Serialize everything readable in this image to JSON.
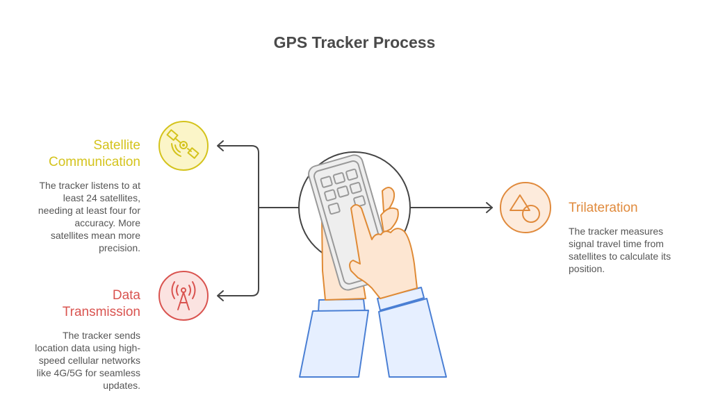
{
  "title": "GPS Tracker Process",
  "colors": {
    "satellite": "#d4c31c",
    "satellite_fill": "#fbf5c8",
    "data": "#d9534f",
    "data_fill": "#fbe3e1",
    "trilateration": "#e08a3c",
    "trilateration_fill": "#fdebdc",
    "connector": "#444444",
    "skin": "#fde6d2",
    "skin_outline": "#df8a35",
    "sleeve": "#e6efff",
    "sleeve_outline": "#4a7fd4",
    "phone": "#eeeeee",
    "phone_outline": "#999999"
  },
  "center": {
    "icon": "hand-holding-phone-icon"
  },
  "nodes": [
    {
      "id": "satellite",
      "icon": "satellite-icon",
      "title_line1": "Satellite",
      "title_line2": "Communication",
      "desc": [
        "The tracker listens to at",
        "least 24 satellites,",
        "needing at least four for",
        "accuracy. More",
        "satellites mean more",
        "precision."
      ]
    },
    {
      "id": "data",
      "icon": "antenna-tower-icon",
      "title_line1": "Data",
      "title_line2": "Transmission",
      "desc": [
        "The tracker sends",
        "location data using high-",
        "speed cellular networks",
        "like 4G/5G for seamless",
        "updates."
      ]
    },
    {
      "id": "trilateration",
      "icon": "shapes-triangle-circle-icon",
      "title_line1": "Trilateration",
      "desc": [
        "The tracker measures",
        "signal travel time from",
        "satellites to calculate its",
        "position."
      ]
    }
  ]
}
